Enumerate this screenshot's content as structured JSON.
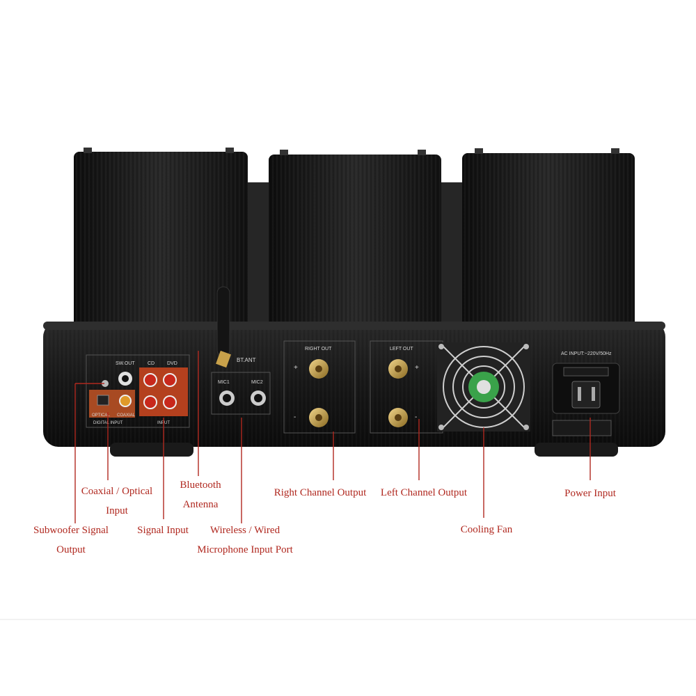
{
  "panel": {
    "sw_out": "SW.OUT",
    "cd": "CD",
    "dvd": "DVD",
    "optical": "OPTICAL",
    "coaxial": "COAXIAL",
    "digital_input": "DIGITAL INPUT",
    "input": "INPUT",
    "bt_ant": "BT.ANT",
    "mic1": "MIC1",
    "mic2": "MIC2",
    "right_out": "RIGHT OUT",
    "left_out": "LEFT OUT",
    "ac_input": "AC INPUT:~220V/50Hz"
  },
  "labels": {
    "coaxial_optical": [
      "Coaxial / Optical",
      "Input"
    ],
    "bluetooth": [
      "Bluetooth",
      "Antenna"
    ],
    "right_channel": "Right Channel Output",
    "left_channel": "Left Channel Output",
    "power_input": "Power Input",
    "subwoofer": [
      "Subwoofer Signal",
      "Output"
    ],
    "signal_input": "Signal Input",
    "microphone": [
      "Wireless / Wired",
      "Microphone Input Port"
    ],
    "cooling_fan": "Cooling Fan"
  },
  "colors": {
    "label": "#b0281f",
    "leader": "#b0281f",
    "chassis": "#161616",
    "transformer": "#1c1c1c",
    "rca_red": "#c8281c",
    "copper": "#b4521e",
    "binding_post": "#c9a24a"
  }
}
